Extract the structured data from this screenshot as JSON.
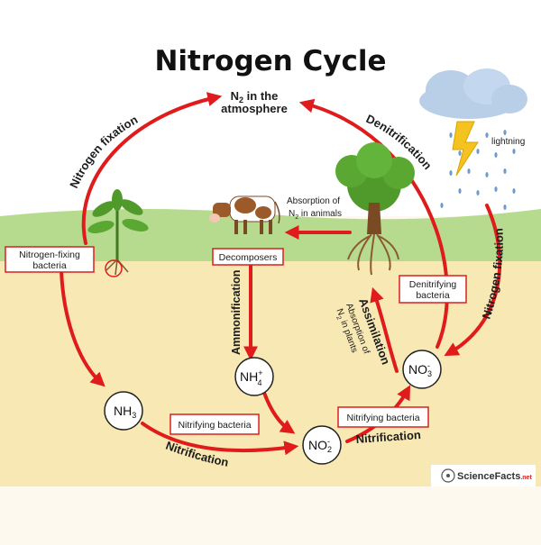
{
  "title": "Nitrogen Cycle",
  "atmosphere": {
    "line1": "N",
    "sub": "2",
    "line1b": " in the",
    "line2": "atmosphere"
  },
  "processes": {
    "fixation_left": "Nitrogen fixation",
    "fixation_right": "Nitrogen fixation",
    "denitrification": "Denitrification",
    "ammonification": "Ammonification",
    "nitrification_bottom": "Nitrification",
    "nitrification_right": "Nitrification",
    "assimilation": "Assimilation"
  },
  "labels": {
    "lightning": "lightning",
    "absorption_animals_1": "Absorption of",
    "absorption_animals_2a": "N",
    "absorption_animals_sub": "2",
    "absorption_animals_2b": " in animals",
    "absorption_plants_1": "Absorption of",
    "absorption_plants_2a": "N",
    "absorption_plants_sub": "2",
    "absorption_plants_2b": " in plants"
  },
  "boxes": {
    "nitrogen_fixing_1": "Nitrogen-fixing",
    "nitrogen_fixing_2": "bacteria",
    "decomposers": "Decomposers",
    "denitrifying_1": "Denitrifying",
    "denitrifying_2": "bacteria",
    "nitrifying_1": "Nitrifying bacteria",
    "nitrifying_2": "Nitrifying bacteria"
  },
  "compounds": {
    "nh3": "NH",
    "nh3_sub": "3",
    "nh4": "NH",
    "nh4_sup": "+",
    "nh4_sub": "4",
    "no2": "NO",
    "no2_sub": "2",
    "no2_sup": "-",
    "no3": "NO",
    "no3_sub": "3",
    "no3_sup": "-"
  },
  "brand": "ScienceFacts",
  "brand_suffix": ".net",
  "colors": {
    "arrow": "#e01b1b",
    "sky": "#ffffff",
    "grass": "#b6db8f",
    "soil": "#f8e9b4",
    "box_border": "#d8201e"
  }
}
